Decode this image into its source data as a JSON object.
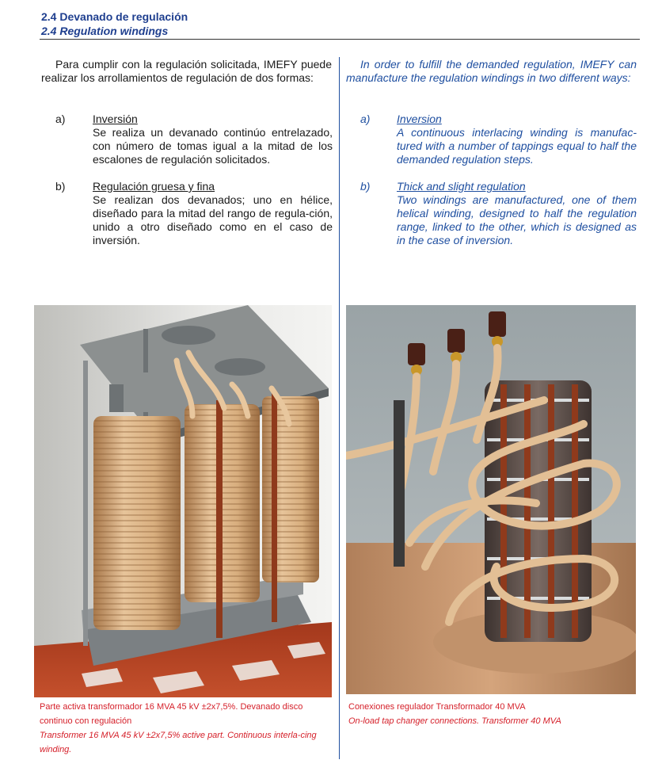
{
  "header": {
    "title_es": "2.4  Devanado de regulación",
    "title_en": "2.4  Regulation windings"
  },
  "spanish": {
    "intro": "Para cumplir con la regulación solicitada, IMEFY puede realizar los arrollamientos de regulación de dos formas:",
    "items": [
      {
        "marker": "a)",
        "title": "Inversión",
        "body": "Se realiza un devanado continúo entrelazado, con número de tomas igual a la mitad de los escalones de regulación solicitados."
      },
      {
        "marker": "b)",
        "title": "Regulación gruesa y fina",
        "body": "Se realizan dos devanados; uno en hélice, diseñado para  la mitad del rango de regula-ción, unido a otro diseñado como en el caso de inversión."
      }
    ]
  },
  "english": {
    "intro": "In order to fulfill the demanded regulation, IMEFY can manufacture the regulation windings in two different ways:",
    "items": [
      {
        "marker": "a)",
        "title": "Inversion",
        "body": "A continuous interlacing winding is manufac-tured with a number of tappings equal to half the demanded regulation steps."
      },
      {
        "marker": "b)",
        "title": "Thick and slight regulation",
        "body": "Two windings are manufactured, one of them helical winding, designed to half the regulation range, linked to the other, which is designed as in the case of inversion."
      }
    ]
  },
  "captions": {
    "left_es": "Parte activa transformador 16 MVA 45 kV ±2x7,5%. Devanado disco continuo con regulación",
    "left_en": "Transformer 16 MVA 45 kV ±2x7,5% active part. Continuous interla-cing winding.",
    "right_es": "Conexiones regulador Transformador 40 MVA",
    "right_en": "On-load tap changer connections. Transformer 40 MVA"
  },
  "colors": {
    "heading_blue": "#1f3f8f",
    "english_blue": "#1f4fa0",
    "caption_red": "#d5202a",
    "copper": "#d9ad7c"
  }
}
